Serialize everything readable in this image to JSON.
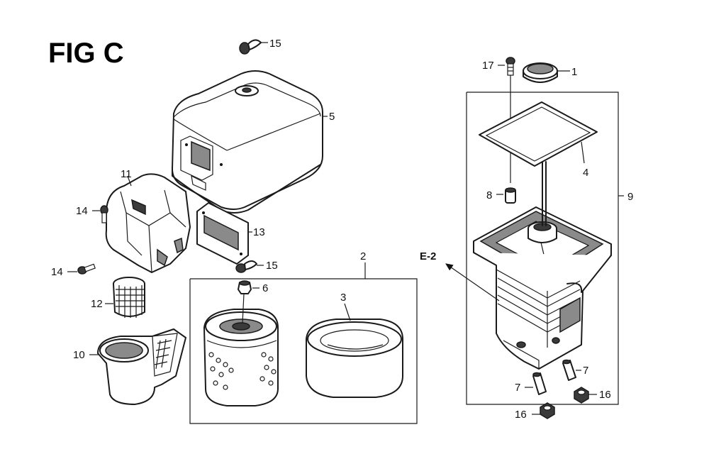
{
  "figure_title": "FIG C",
  "reference": "E-2",
  "callouts": {
    "c1": "1",
    "c2": "2",
    "c3": "3",
    "c4": "4",
    "c5": "5",
    "c6": "6",
    "c7a": "7",
    "c7b": "7",
    "c8": "8",
    "c9": "9",
    "c10": "10",
    "c11": "11",
    "c12": "12",
    "c13": "13",
    "c14a": "14",
    "c14b": "14",
    "c15a": "15",
    "c15b": "15",
    "c16a": "16",
    "c16b": "16",
    "c17": "17"
  }
}
